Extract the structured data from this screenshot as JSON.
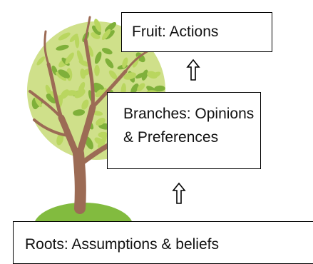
{
  "diagram": {
    "fruit_label": "Fruit:  Actions",
    "branches_label_line1": "Branches: Opinions",
    "branches_label_line2": "& Preferences",
    "roots_label": "Roots:  Assumptions & beliefs"
  },
  "colors": {
    "canopy": "#cfe08a",
    "leaf_light": "#b9d65f",
    "leaf_dark": "#7fb03a",
    "trunk": "#9c6b55",
    "ground": "#82bb3f",
    "border": "#000000"
  },
  "icons": [
    "tree-illustration",
    "up-arrow-icon"
  ]
}
